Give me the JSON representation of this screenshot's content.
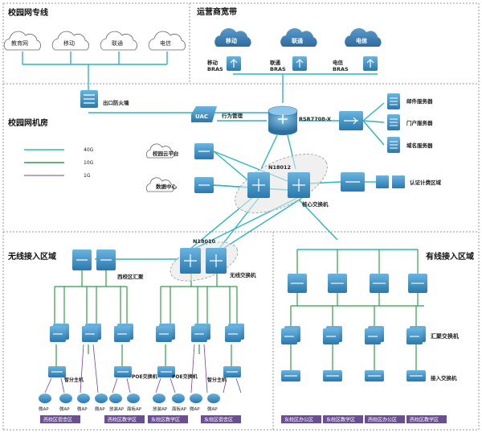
{
  "zones": {
    "campus_line": "校园网专线",
    "isp_bw": "运营商宽带",
    "campus_room": "校园网机房",
    "wireless": "无线接入区域",
    "wired": "有线接入区域"
  },
  "clouds_left": [
    "教育网",
    "移动",
    "联通",
    "电信"
  ],
  "clouds_right": [
    "移动",
    "联通",
    "电信"
  ],
  "bras": [
    "移动\nBRAS",
    "联通\nBRAS",
    "电信\nBRAS"
  ],
  "labels": {
    "firewall": "出口防火墙",
    "uac": "UAC",
    "behavior": "行为管理",
    "router": "RSR7708-X",
    "mail": "邮件服务器",
    "portal": "门户服务器",
    "dns": "域名服务器",
    "cloud_platform": "校园云平台",
    "data_center": "数据中心",
    "core_model": "N18012",
    "core": "核心交换机",
    "audit": "认证计费区域",
    "wl_model": "N18010",
    "wl_core": "无线交换机",
    "west_agg": "西校区汇聚",
    "smart_ctrl": "智分主机",
    "poe_sw1": "POE交换机",
    "poe_sw2": "POE交换机",
    "smart_ctrl2": "智分主机",
    "agg_sw": "汇聚交换机",
    "access_sw": "接入交换机"
  },
  "legend": [
    {
      "label": "40G",
      "color": "#2bb5c2"
    },
    {
      "label": "10G",
      "color": "#2f9e44"
    },
    {
      "label": "1G",
      "color": "#7b3fa0"
    }
  ],
  "ap_labels": [
    "微AP",
    "微AP",
    "微AP",
    "微AP",
    "放装AP",
    "面板AP",
    "放装AP",
    "面板AP",
    "微AP",
    "微AP"
  ],
  "captions": [
    "西校区宿舍区",
    "西校区教学区",
    "东校区教学区",
    "东校区宿舍区",
    "东校区办公区",
    "东校区教学区",
    "西校区办公区",
    "西校区教学区"
  ],
  "colors": {
    "device": "#3a8fc0",
    "device_dark": "#1f6fa3",
    "cloud": "#3e7fb5",
    "link_40g": "#2bb5c2",
    "link_10g": "#2f9e44",
    "link_1g": "#7b3fa0",
    "caption_bg": "#6b4f8f"
  }
}
